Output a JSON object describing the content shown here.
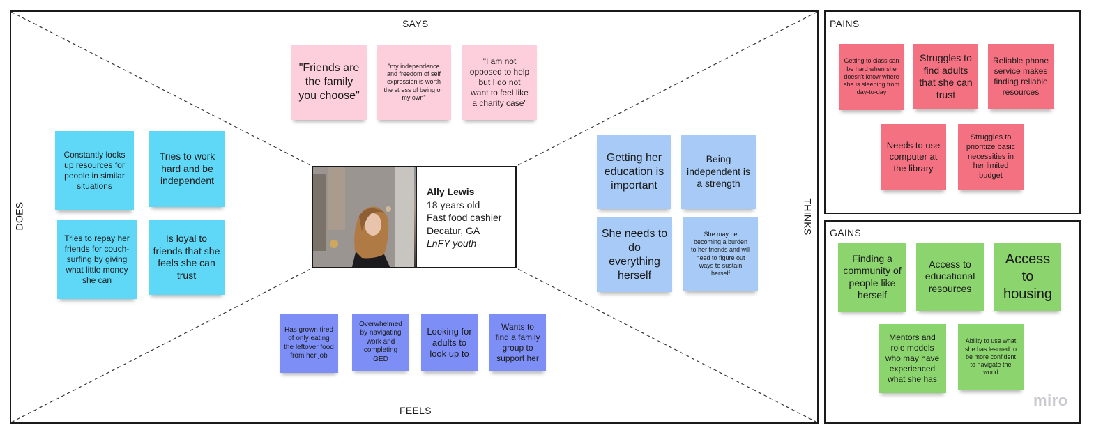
{
  "labels": {
    "says": "SAYS",
    "does": "DOES",
    "thinks": "THINKS",
    "feels": "FEELS",
    "pains": "PAINS",
    "gains": "GAINS"
  },
  "persona": {
    "name": "Ally Lewis",
    "age": "18 years old",
    "job": "Fast food cashier",
    "location": "Decatur, GA",
    "group": "LnFY youth"
  },
  "says": [
    "\"Friends are the family you choose\"",
    "\"my independence and freedom of self expression is worth the stress of being on my own\"",
    "\"I am not opposed to help but I do not want to feel like a charity case\""
  ],
  "does": [
    "Constantly looks up resources for people in similar situations",
    "Tries to work hard and be independent",
    "Tries to repay her friends for couch-surfing by giving what little money she can",
    "Is loyal to friends that she feels she can trust"
  ],
  "thinks": [
    "Getting her education is important",
    "Being independent is a strength",
    "She needs to do everything herself",
    "She may be becoming a burden to her friends and will need to figure out ways to sustain herself"
  ],
  "feels": [
    "Has grown tired of only eating the leftover food from her job",
    "Overwhelmed by navigating work and completing GED",
    "Looking for adults to look up to",
    "Wants to find a family group to support her"
  ],
  "pains": [
    "Getting to class can be hard when she doesn't know where she is sleeping from day-to-day",
    "Struggles to find adults that she can trust",
    "Reliable phone service makes finding reliable resources",
    "Needs to use computer at the library",
    "Struggles to prioritize basic necessities in her limited budget"
  ],
  "gains": [
    "Finding a community of people like herself",
    "Access to educational resources",
    "Access to housing",
    "Mentors and role models who may have experienced what she has",
    "Ability to use what she has learned to be more confident to navigate the world"
  ],
  "colors": {
    "says": "#fdcfdd",
    "does": "#5fd7f6",
    "thinks": "#a7cbf6",
    "feels": "#7d8ff6",
    "pains": "#f37180",
    "gains": "#8cd46e"
  },
  "watermark": "miro"
}
